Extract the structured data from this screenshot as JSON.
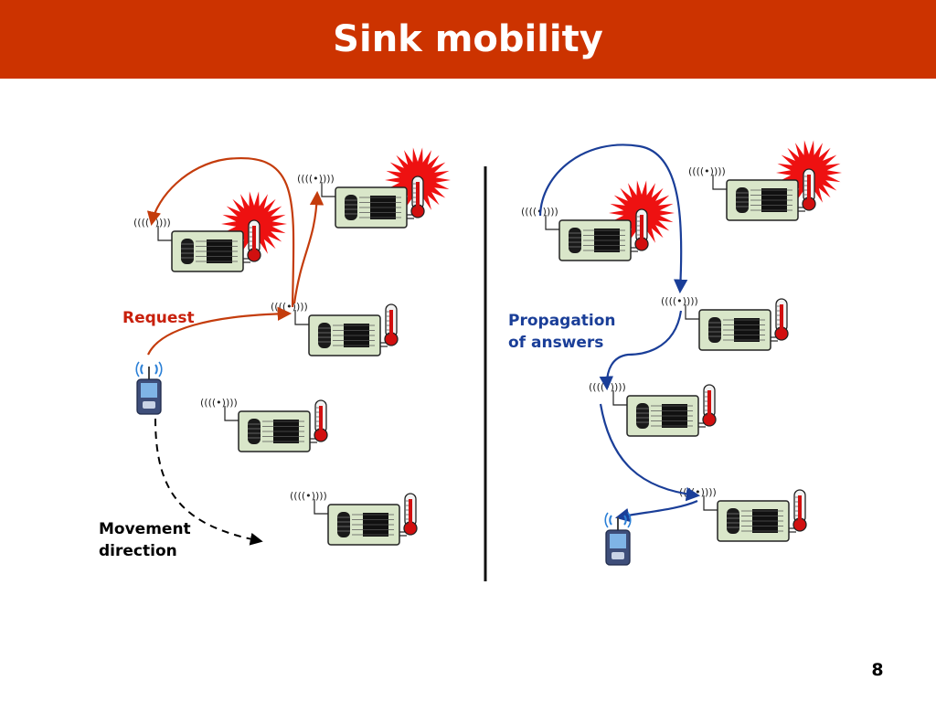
{
  "slide": {
    "title": "Sink mobility",
    "page_number": "8"
  },
  "labels": {
    "request": "Request",
    "movement_line1": "Movement",
    "movement_line2": "direction",
    "propagation_line1": "Propagation",
    "propagation_line2": "of answers",
    "antenna_glyph": "((((•))))"
  },
  "colors": {
    "title_bar": "#cc3300",
    "request_arrow": "#c43c0c",
    "answer_arrow": "#1a3e98",
    "request_label": "#c8200c",
    "answer_label": "#1a3e98",
    "burst": "#ee1111",
    "node_body": "#d9e6c9"
  },
  "left_panel": {
    "nodes": [
      {
        "id": "L1",
        "alarm": true
      },
      {
        "id": "L2",
        "alarm": true
      },
      {
        "id": "L3",
        "alarm": false
      },
      {
        "id": "L4",
        "alarm": false
      },
      {
        "id": "L5",
        "alarm": false
      }
    ]
  },
  "right_panel": {
    "nodes": [
      {
        "id": "R1",
        "alarm": true
      },
      {
        "id": "R2",
        "alarm": true
      },
      {
        "id": "R3",
        "alarm": false
      },
      {
        "id": "R4",
        "alarm": false
      },
      {
        "id": "R5",
        "alarm": false
      }
    ]
  }
}
